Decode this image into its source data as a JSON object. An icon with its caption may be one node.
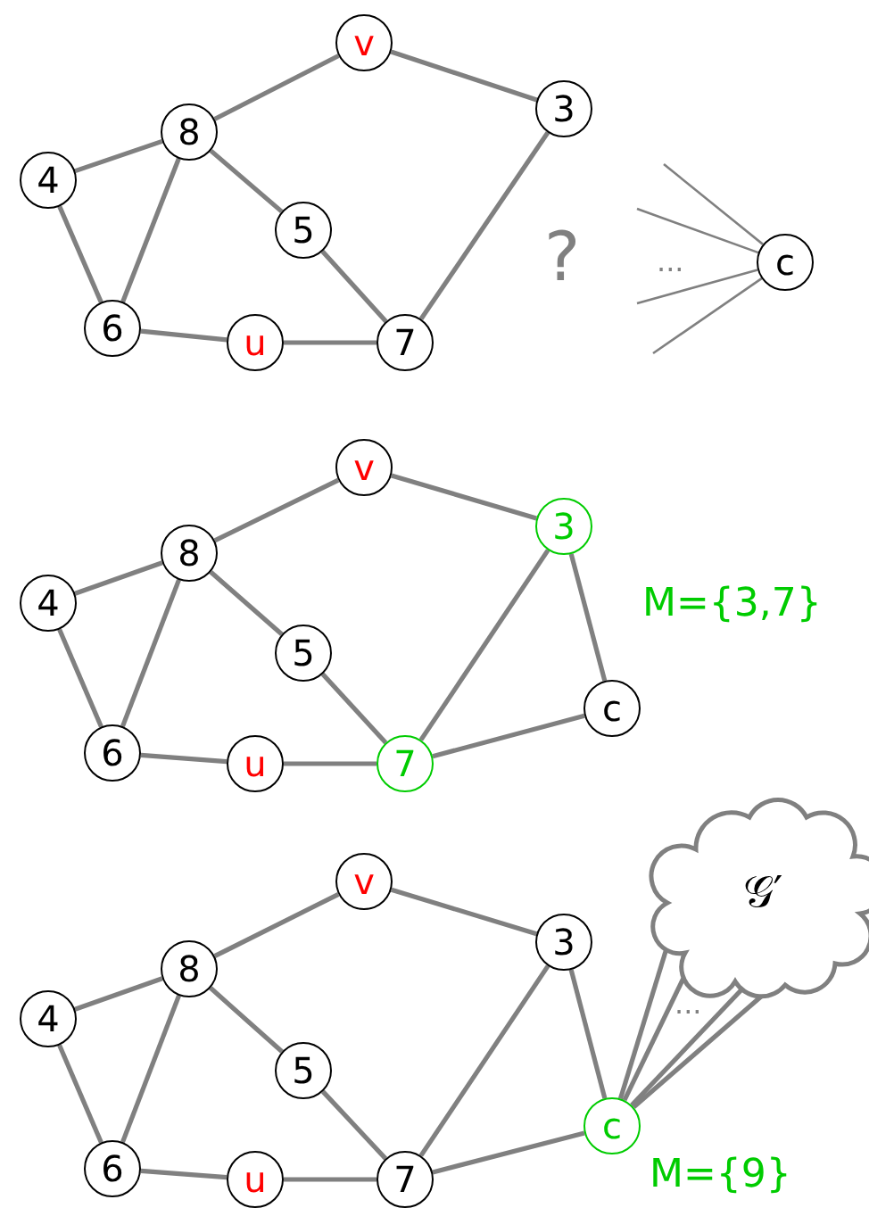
{
  "diagram": {
    "nodes": [
      {
        "text": [
          "v"
        ]
      },
      {
        "text": [
          "3"
        ]
      },
      {
        "text": [
          "8"
        ]
      },
      {
        "text": [
          "4"
        ]
      },
      {
        "text": [
          "5"
        ]
      },
      {
        "text": [
          "c"
        ]
      },
      {
        "text": [
          "6"
        ]
      },
      {
        "text": [
          "u"
        ]
      },
      {
        "text": [
          "7"
        ]
      },
      {
        "text": [
          "v"
        ]
      },
      {
        "text": [
          "3"
        ]
      },
      {
        "text": [
          "8"
        ]
      },
      {
        "text": [
          "4"
        ]
      },
      {
        "text": [
          "5"
        ]
      },
      {
        "text": [
          "c"
        ]
      },
      {
        "text": [
          "6"
        ]
      },
      {
        "text": [
          "u"
        ]
      },
      {
        "text": [
          "7"
        ]
      },
      {
        "text": [
          "𝒢′"
        ]
      },
      {
        "text": [
          "v"
        ]
      },
      {
        "text": [
          "3"
        ]
      },
      {
        "text": [
          "8"
        ]
      },
      {
        "text": [
          "4"
        ]
      },
      {
        "text": [
          "5"
        ]
      },
      {
        "text": [
          "c"
        ]
      },
      {
        "text": [
          "6"
        ]
      },
      {
        "text": [
          "u"
        ]
      },
      {
        "text": [
          "7"
        ]
      }
    ],
    "edges": [
      {
        "from": 0,
        "to": 2,
        "arrow": "none"
      },
      {
        "from": 0,
        "to": 1,
        "arrow": "none"
      },
      {
        "from": 2,
        "to": 3,
        "arrow": "none"
      },
      {
        "from": 2,
        "to": 6,
        "arrow": "none"
      },
      {
        "from": 2,
        "to": 4,
        "arrow": "none"
      },
      {
        "from": 3,
        "to": 6,
        "arrow": "none"
      },
      {
        "from": 1,
        "to": 8,
        "arrow": "none"
      },
      {
        "from": 4,
        "to": 8,
        "arrow": "none"
      },
      {
        "from": 6,
        "to": 7,
        "arrow": "none"
      },
      {
        "from": 7,
        "to": 8,
        "arrow": "none"
      },
      {
        "from": null,
        "to": 5,
        "arrow": "none"
      },
      {
        "from": null,
        "to": 5,
        "arrow": "none"
      },
      {
        "from": null,
        "to": 5,
        "arrow": "none"
      },
      {
        "from": null,
        "to": 5,
        "arrow": "none"
      },
      {
        "from": 9,
        "to": 11,
        "arrow": "none"
      },
      {
        "from": 9,
        "to": 10,
        "arrow": "none"
      },
      {
        "from": 11,
        "to": 12,
        "arrow": "none"
      },
      {
        "from": 11,
        "to": 15,
        "arrow": "none"
      },
      {
        "from": 11,
        "to": 13,
        "arrow": "none"
      },
      {
        "from": 12,
        "to": 15,
        "arrow": "none"
      },
      {
        "from": 10,
        "to": 17,
        "arrow": "none"
      },
      {
        "from": 13,
        "to": 17,
        "arrow": "none"
      },
      {
        "from": 15,
        "to": 16,
        "arrow": "none"
      },
      {
        "from": 16,
        "to": 17,
        "arrow": "none"
      },
      {
        "from": 10,
        "to": 14,
        "arrow": "none"
      },
      {
        "from": 17,
        "to": 14,
        "arrow": "none"
      },
      {
        "from": 19,
        "to": 21,
        "arrow": "none"
      },
      {
        "from": 19,
        "to": 20,
        "arrow": "none"
      },
      {
        "from": 21,
        "to": 22,
        "arrow": "none"
      },
      {
        "from": 21,
        "to": 25,
        "arrow": "none"
      },
      {
        "from": 21,
        "to": 23,
        "arrow": "none"
      },
      {
        "from": 22,
        "to": 25,
        "arrow": "none"
      },
      {
        "from": 20,
        "to": 27,
        "arrow": "none"
      },
      {
        "from": 23,
        "to": 27,
        "arrow": "none"
      },
      {
        "from": 25,
        "to": 26,
        "arrow": "none"
      },
      {
        "from": 26,
        "to": 27,
        "arrow": "none"
      },
      {
        "from": 20,
        "to": 24,
        "arrow": "none"
      },
      {
        "from": 27,
        "to": 24,
        "arrow": "none"
      },
      {
        "from": 24,
        "to": 18,
        "arrow": "none"
      },
      {
        "from": 24,
        "to": 18,
        "arrow": "none"
      },
      {
        "from": 24,
        "to": 18,
        "arrow": "none"
      },
      {
        "from": 24,
        "to": 18,
        "arrow": "none"
      }
    ],
    "labels": [
      "?",
      "...",
      "M={3,7}",
      "...",
      "M={9}"
    ]
  }
}
